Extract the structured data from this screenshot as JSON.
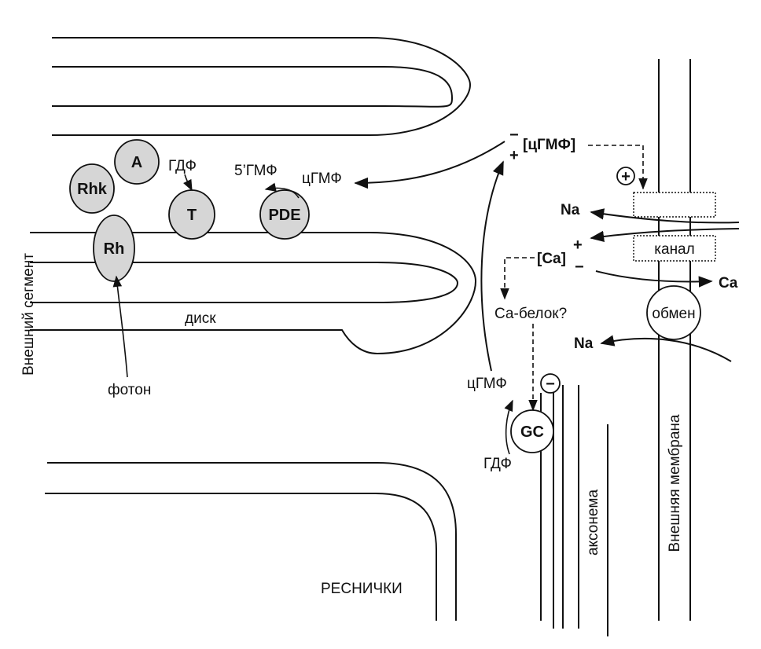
{
  "labels": {
    "outer_segment": "Внешний сегмент",
    "disk": "диск",
    "photon": "фотон",
    "cilia": "РЕСНИЧКИ",
    "axoneme": "аксонема",
    "outer_membrane": "Внешняя мембрана",
    "channel": "канал",
    "exchange": "обмен",
    "ca_protein": "Са-белок?",
    "gdp_top": "ГДФ",
    "gmp5": "5’ГМФ",
    "cgmp_pde": "цГМФ",
    "cgmp_top_bracket": "[цГМФ]",
    "na_in": "Na",
    "na_out": "Na",
    "ca_bracket": "[Ca]",
    "ca_out": "Ca",
    "cgmp_gc": "цГМФ",
    "gdp_gc": "ГДФ",
    "plus": "+",
    "minus": "−",
    "plus_circle": "+",
    "minus_circle": "−"
  },
  "proteins": {
    "rh": "Rh",
    "rhk": "Rhk",
    "a": "A",
    "t": "T",
    "pde": "PDE",
    "gc": "GC"
  },
  "colors": {
    "protein_fill": "#d6d6d6",
    "stroke": "#111111"
  }
}
